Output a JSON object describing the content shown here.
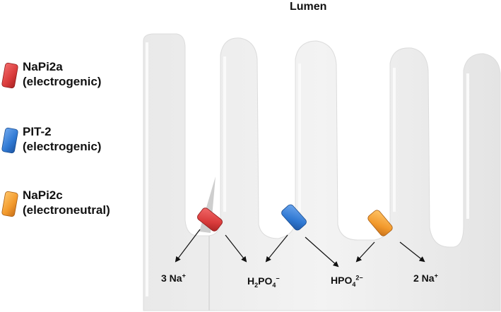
{
  "title": "Lumen",
  "legend": [
    {
      "name": "NaPi2a",
      "type": "(electrogenic)",
      "color": "#d93b3b",
      "icon": "red-transporter-icon"
    },
    {
      "name": "PIT-2",
      "type": "(electrogenic)",
      "color": "#2f78d2",
      "icon": "blue-transporter-icon"
    },
    {
      "name": "NaPi2c",
      "type": "(electroneutral)",
      "color": "#f2992c",
      "icon": "orange-transporter-icon"
    }
  ],
  "ions": [
    {
      "base": "3 Na",
      "sup": "+"
    },
    {
      "base": "H",
      "sub1": "2",
      "mid": "PO",
      "sub2": "4",
      "sup": "−"
    },
    {
      "base": "HPO",
      "sub": "4",
      "sup": "2−"
    },
    {
      "base": "2 Na",
      "sup": "+"
    }
  ]
}
